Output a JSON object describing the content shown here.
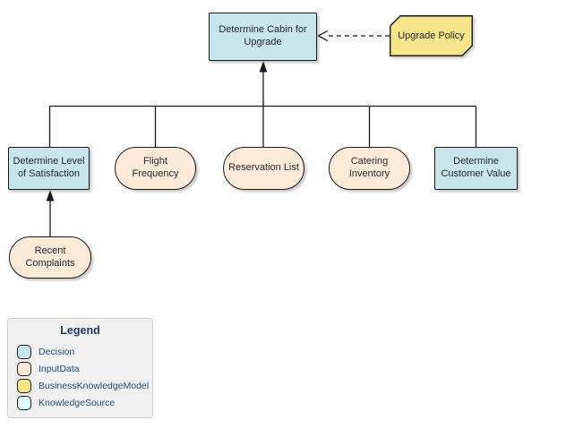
{
  "palette": {
    "decision": "#c9e5ec",
    "input_data": "#fdead8",
    "business_knowledge_model": "#f6e58a",
    "knowledge_source": "#e0fdff",
    "connector": "#1a1a1a",
    "legend_background": "#f0f0f0"
  },
  "diagram": {
    "nodes": [
      {
        "label": "Determine Cabin for Upgrade",
        "type": "Decision"
      },
      {
        "label": "Upgrade Policy",
        "type": "BusinessKnowledgeModel"
      },
      {
        "label": "Determine Level of Satisfaction",
        "type": "Decision"
      },
      {
        "label": "Flight Frequency",
        "type": "InputData"
      },
      {
        "label": "Reservation List",
        "type": "InputData"
      },
      {
        "label": "Catering Inventory",
        "type": "InputData"
      },
      {
        "label": "Determine Customer Value",
        "type": "Decision"
      },
      {
        "label": "Recent Complaints",
        "type": "InputData"
      }
    ]
  },
  "legend": {
    "title": "Legend",
    "items": [
      {
        "label": "Decision",
        "color": "#c9e5ec"
      },
      {
        "label": "InputData",
        "color": "#fdead8"
      },
      {
        "label": "BusinessKnowledgeModel",
        "color": "#f6e58a"
      },
      {
        "label": "KnowledgeSource",
        "color": "#e0fdff"
      }
    ]
  }
}
